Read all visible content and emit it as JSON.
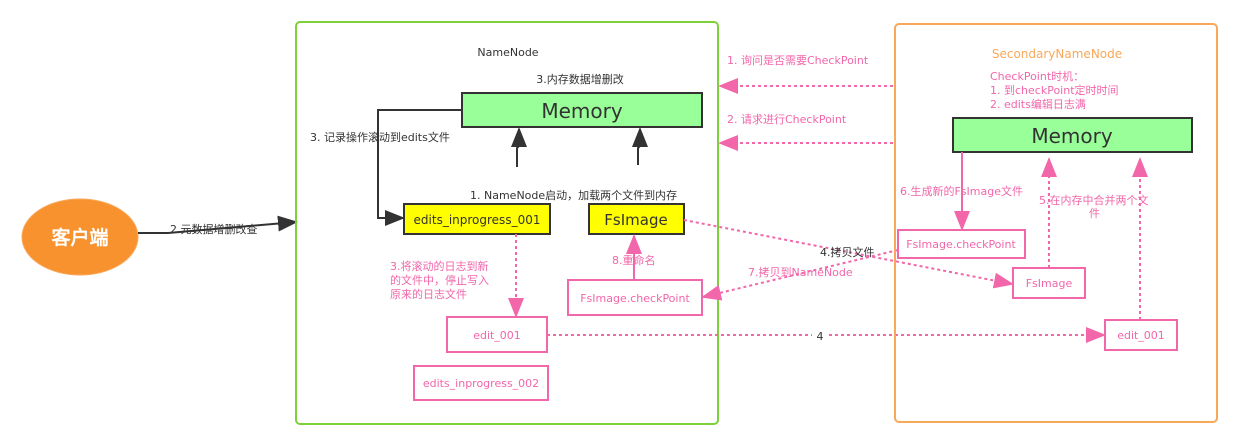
{
  "colors": {
    "pink": "#f266aa",
    "green_border": "#7dd03a",
    "orange_border": "#f9a85a",
    "client": "#f7922e",
    "memory_fill": "#99ff99",
    "file_fill": "#ffff00"
  },
  "client": {
    "label": "客户端",
    "edge_label": "2.元数据增删改查"
  },
  "namenode": {
    "title": "NameNode",
    "memory_op": "3.内存数据增删改",
    "memory": "Memory",
    "roll_label": "3. 记录操作滚动到edits文件",
    "load_label": "1. NameNode启动，加载两个文件到内存",
    "edits_inprogress": "edits_inprogress_001",
    "fsimage": "FsImage",
    "roll_new_label": [
      "3.将滚动的日志到新",
      "的文件中，停止写入",
      "原来的日志文件"
    ],
    "rename_label": "8.重命名",
    "checkpoint_file": "FsImage.checkPoint",
    "edit_001": "edit_001",
    "edits_inprogress_002": "edits_inprogress_002"
  },
  "edges": {
    "ask": "1. 询问是否需要CheckPoint",
    "request": "2. 请求进行CheckPoint",
    "copy_files": "4.拷贝文件",
    "copy_back": "7.拷贝到NameNode",
    "edit_copy": "4"
  },
  "secondary": {
    "title": "SecondaryNameNode",
    "trigger": [
      "CheckPoint时机：",
      "1. 到checkPoint定时时间",
      "2. edits编辑日志满"
    ],
    "memory": "Memory",
    "generate_label": "6.生成新的FsImage文件",
    "merge_label": [
      "5.在内存中合并两个文",
      "件"
    ],
    "checkpoint_file": "FsImage.checkPoint",
    "fsimage": "FsImage",
    "edit_001": "edit_001"
  }
}
